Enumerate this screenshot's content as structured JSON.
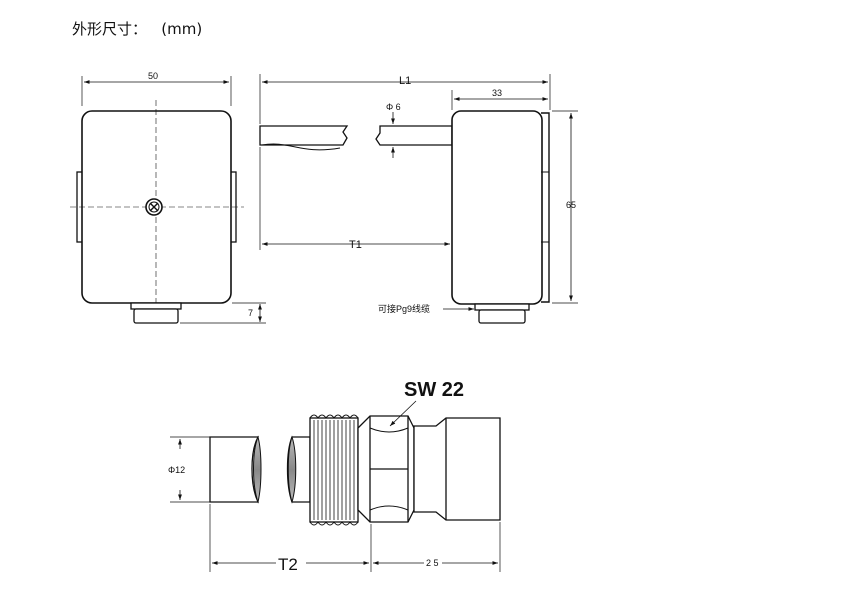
{
  "title": "外形尺寸：   (mm)",
  "front_view": {
    "width_label": "50",
    "cable_offset_label": "7"
  },
  "side_view": {
    "length_label": "L1",
    "head_depth_label": "33",
    "rod_diameter_label": "Φ 6",
    "insertion_label": "T1",
    "height_label": "65",
    "cable_note": "可接Pg9线缆"
  },
  "fitting_view": {
    "wrench_label": "SW 22",
    "pipe_diameter_label": "Φ12",
    "insertion_label": "T2",
    "fitting_length_label": "2 5"
  }
}
